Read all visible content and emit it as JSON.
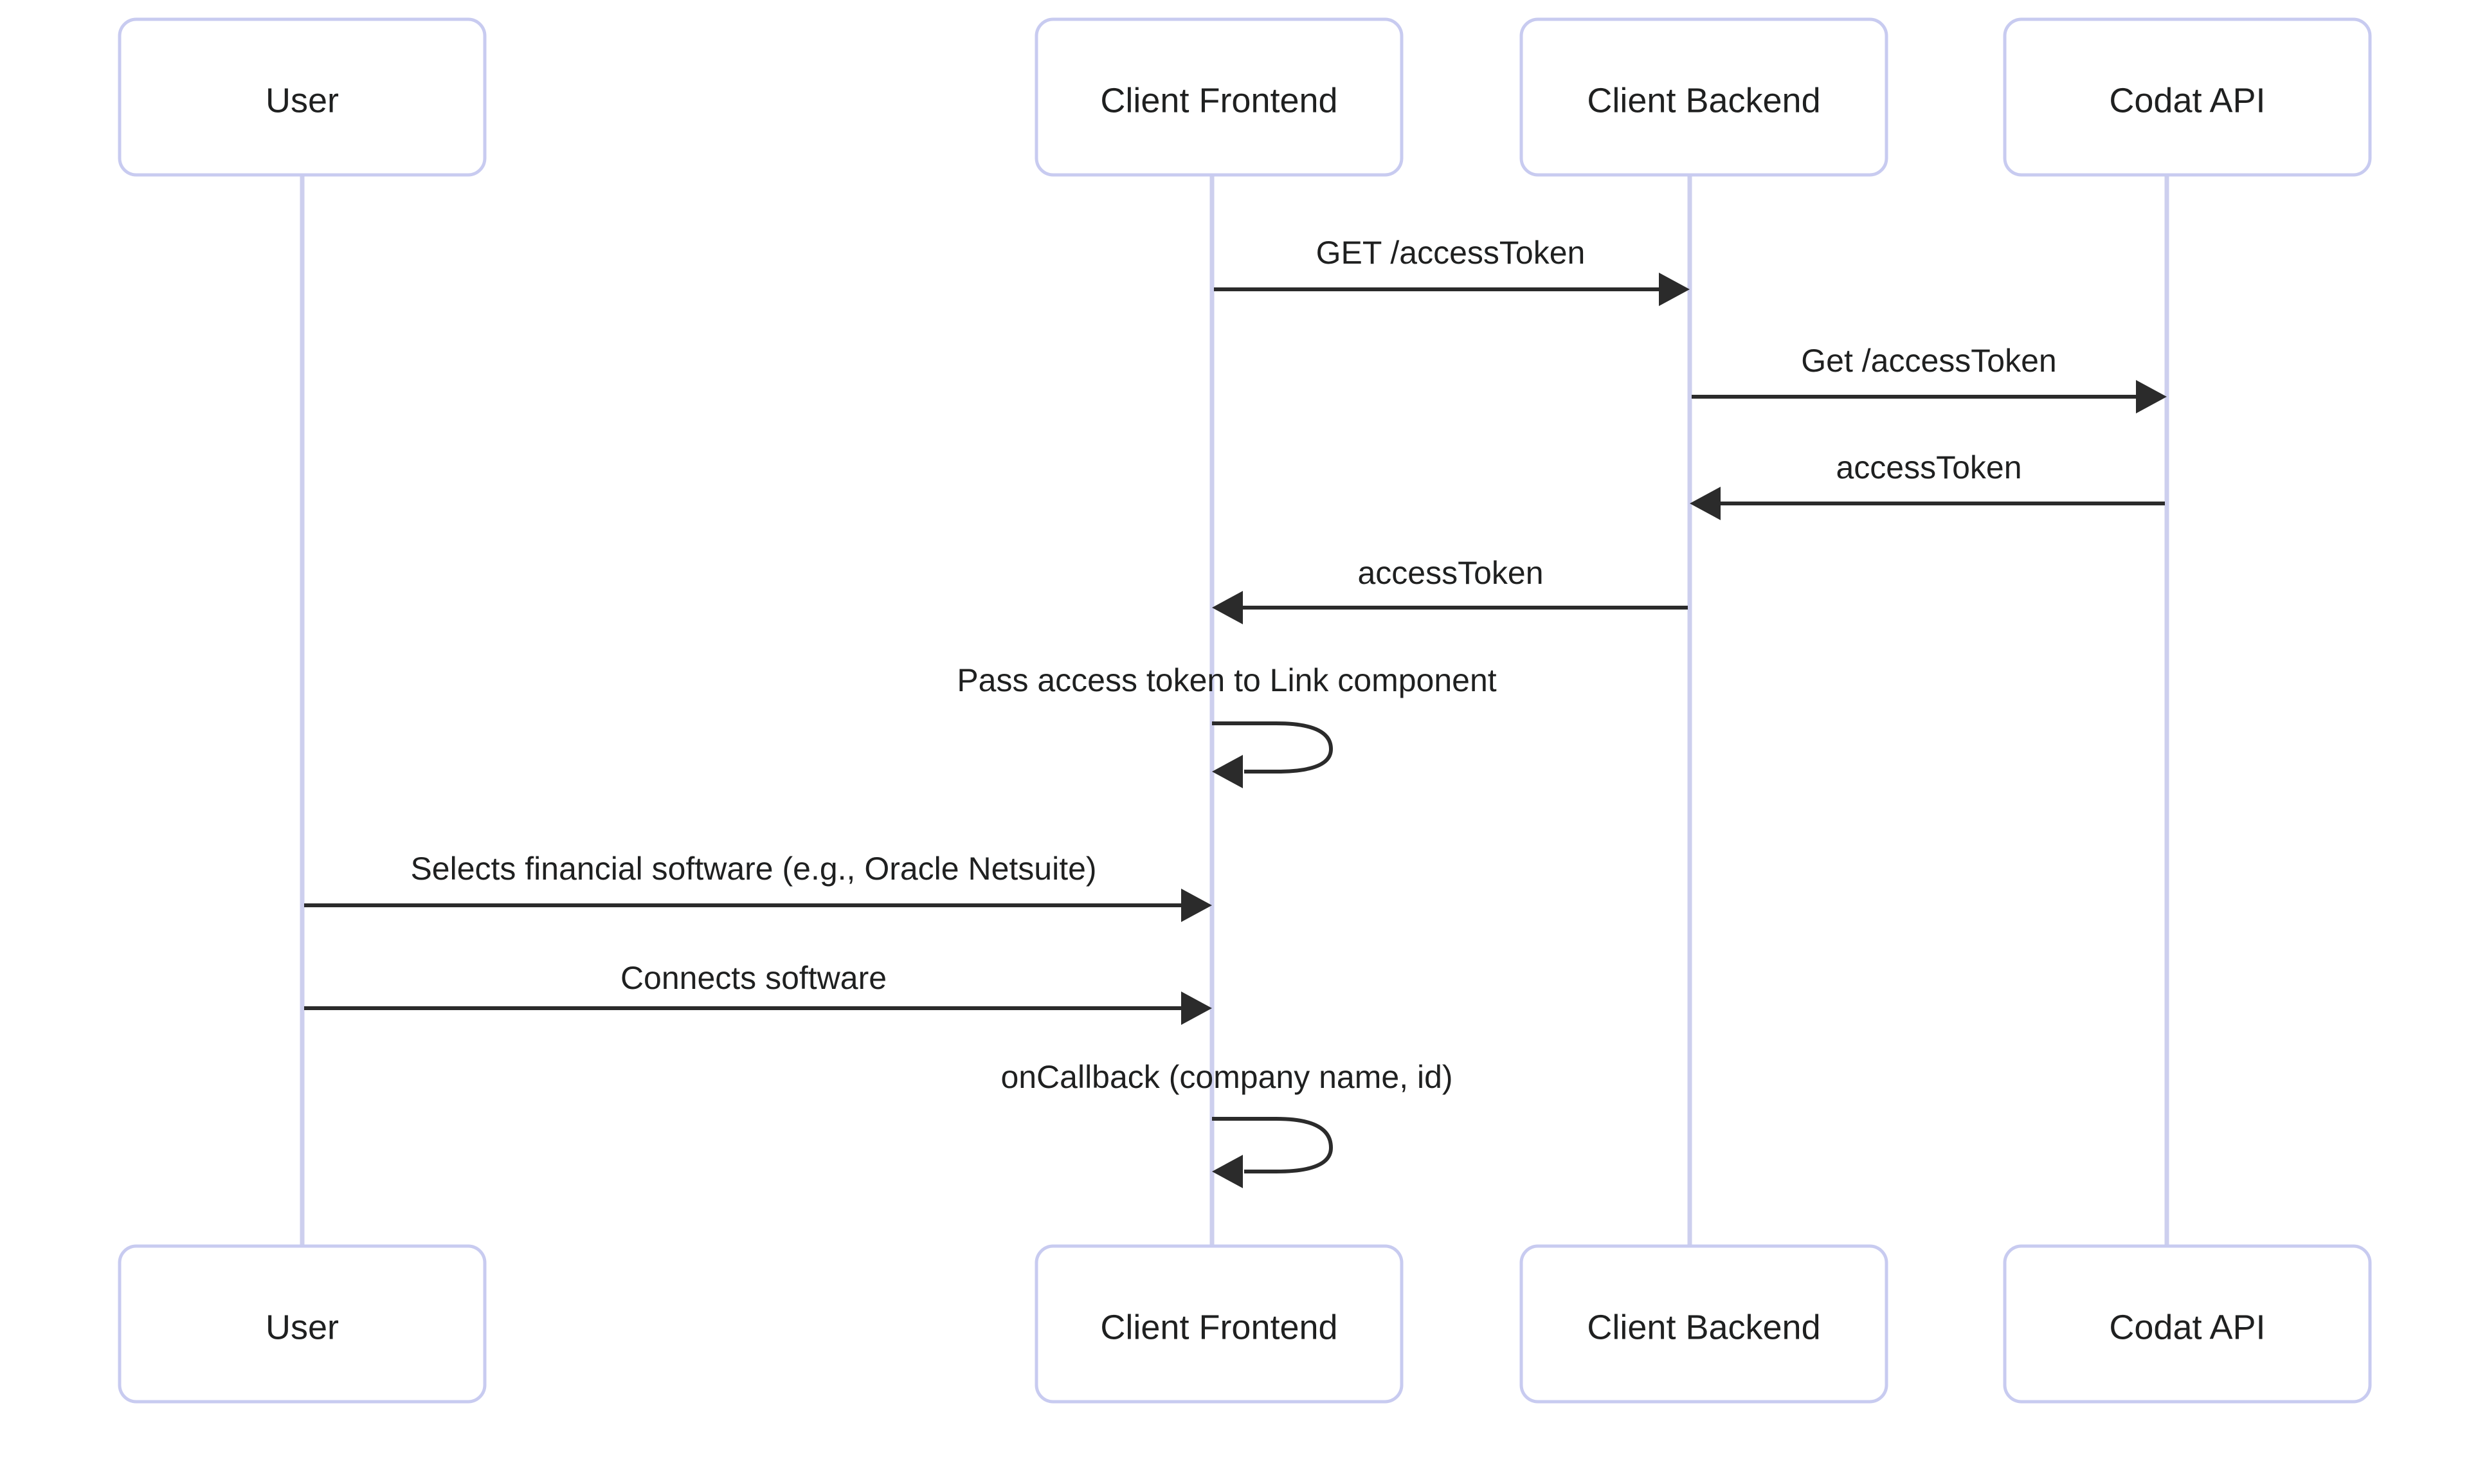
{
  "diagram": {
    "type": "sequence-diagram",
    "title": "",
    "background_color": "#ffffff",
    "actor_box_fill": "#ffffff",
    "actor_box_border_color": "#c8cbf0",
    "lifeline_color": "#cdcfee",
    "message_color": "#2b2b2b",
    "text_color": "#1f2020"
  },
  "participants": [
    {
      "id": "user",
      "label": "User"
    },
    {
      "id": "client-frontend",
      "label": "Client Frontend"
    },
    {
      "id": "client-backend",
      "label": "Client Backend"
    },
    {
      "id": "codat-api",
      "label": "Codat API"
    }
  ],
  "participants_bottom": [
    {
      "id": "user",
      "label": "User"
    },
    {
      "id": "client-frontend",
      "label": "Client Frontend"
    },
    {
      "id": "client-backend",
      "label": "Client Backend"
    },
    {
      "id": "codat-api",
      "label": "Codat API"
    }
  ],
  "messages": [
    {
      "index": 1,
      "from": "client-frontend",
      "to": "client-backend",
      "label": "GET /accessToken",
      "direction": "right",
      "kind": "solid-arrow"
    },
    {
      "index": 2,
      "from": "client-backend",
      "to": "codat-api",
      "label": "Get /accessToken",
      "direction": "right",
      "kind": "solid-arrow"
    },
    {
      "index": 3,
      "from": "codat-api",
      "to": "client-backend",
      "label": "accessToken",
      "direction": "left",
      "kind": "solid-arrow"
    },
    {
      "index": 4,
      "from": "client-backend",
      "to": "client-frontend",
      "label": "accessToken",
      "direction": "left",
      "kind": "solid-arrow"
    },
    {
      "index": 5,
      "from": "client-frontend",
      "to": "client-frontend",
      "label": "Pass access token to Link component",
      "direction": "self",
      "kind": "self-loop"
    },
    {
      "index": 6,
      "from": "user",
      "to": "client-frontend",
      "label": "Selects financial software (e.g., Oracle Netsuite)",
      "direction": "right",
      "kind": "solid-arrow"
    },
    {
      "index": 7,
      "from": "user",
      "to": "client-frontend",
      "label": "Connects software",
      "direction": "right",
      "kind": "solid-arrow"
    },
    {
      "index": 8,
      "from": "client-frontend",
      "to": "client-frontend",
      "label": "onCallback (company name, id)",
      "direction": "self",
      "kind": "self-loop"
    }
  ]
}
